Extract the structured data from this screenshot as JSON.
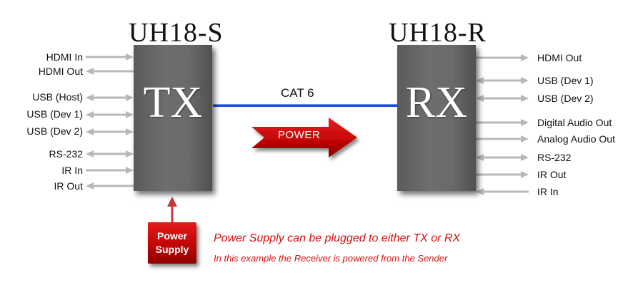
{
  "sender": {
    "title": "UH18-S",
    "label": "TX",
    "ports": [
      {
        "label": "HDMI In",
        "direction": "in"
      },
      {
        "label": "HDMI Out",
        "direction": "out"
      },
      {
        "label": "USB (Host)",
        "direction": "both"
      },
      {
        "label": "USB (Dev 1)",
        "direction": "both"
      },
      {
        "label": "USB (Dev 2)",
        "direction": "both"
      },
      {
        "label": "RS-232",
        "direction": "both"
      },
      {
        "label": "IR In",
        "direction": "in"
      },
      {
        "label": "IR Out",
        "direction": "out"
      }
    ]
  },
  "receiver": {
    "title": "UH18-R",
    "label": "RX",
    "ports": [
      {
        "label": "HDMI Out",
        "direction": "out"
      },
      {
        "label": "USB (Dev 1)",
        "direction": "both"
      },
      {
        "label": "USB (Dev 2)",
        "direction": "both"
      },
      {
        "label": "Digital Audio Out",
        "direction": "out"
      },
      {
        "label": "Analog Audio Out",
        "direction": "out"
      },
      {
        "label": "RS-232",
        "direction": "both"
      },
      {
        "label": "IR Out",
        "direction": "out"
      },
      {
        "label": "IR In",
        "direction": "in"
      }
    ]
  },
  "link": {
    "label": "CAT 6",
    "color": "#1e4fd8"
  },
  "power_arrow": {
    "label": "POWER"
  },
  "power_supply": {
    "line1": "Power",
    "line2": "Supply"
  },
  "notes": {
    "main": "Power Supply can be plugged to either TX or RX",
    "sub": "In this example the Receiver is powered from the Sender"
  },
  "colors": {
    "box": "#666666",
    "accent": "#d21010",
    "arrow": "#b8b8b8"
  }
}
